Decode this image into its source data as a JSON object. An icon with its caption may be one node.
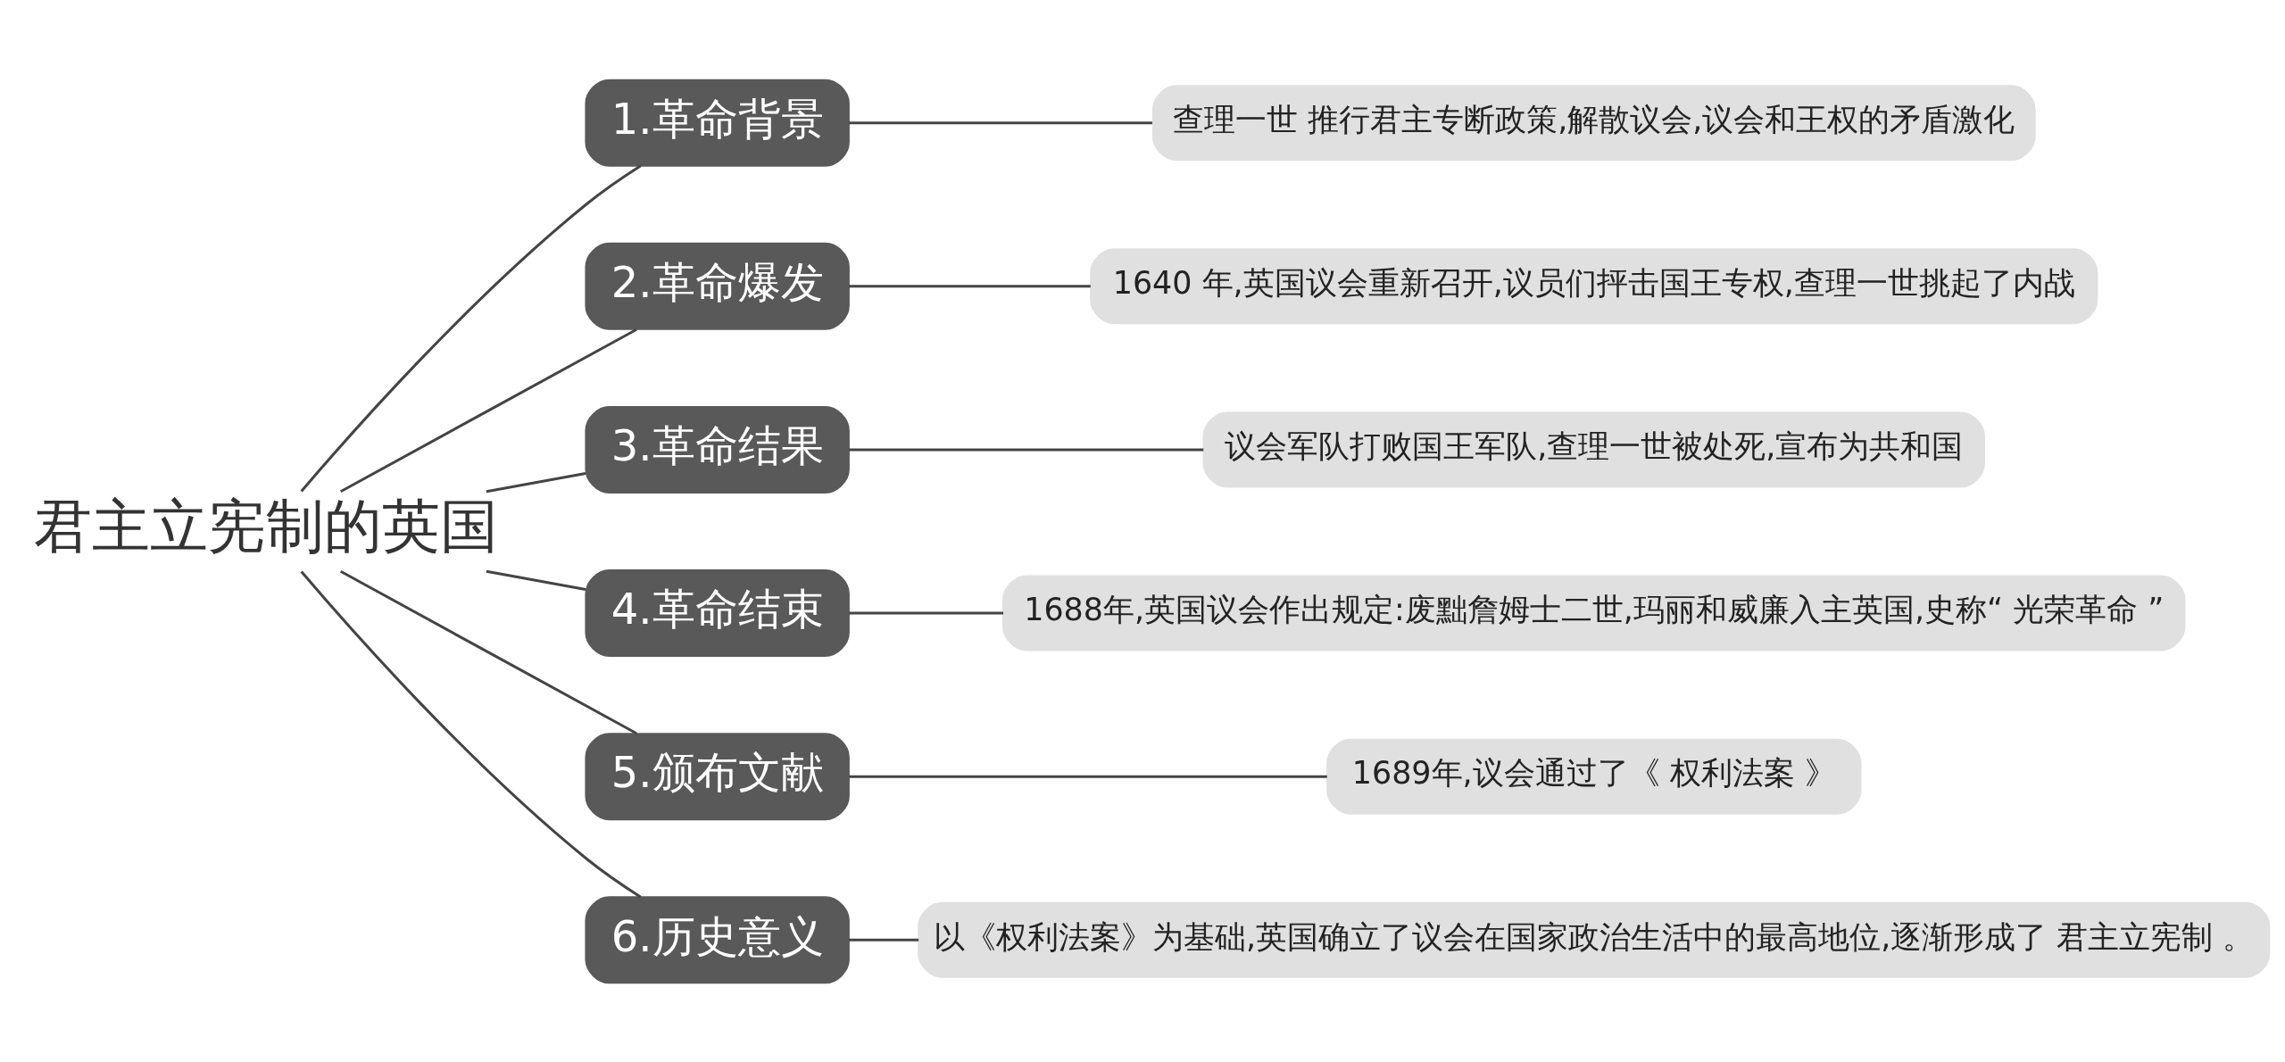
{
  "diagram": {
    "nodes": [
      {
        "text": [
          "君主立宪制的英国"
        ]
      },
      {
        "text": [
          "1.革命背景"
        ]
      },
      {
        "text": [
          "查理一世 推行君主专断政策,解散议会,议会和王权的矛盾激化"
        ]
      },
      {
        "text": [
          "2.革命爆发"
        ]
      },
      {
        "text": [
          "1640 年,英国议会重新召开,议员们抨击国王专权,查理一世挑起了内战"
        ]
      },
      {
        "text": [
          "3.革命结果"
        ]
      },
      {
        "text": [
          "议会军队打败国王军队,查理一世被处死,宣布为共和国"
        ]
      },
      {
        "text": [
          "4.革命结束"
        ]
      },
      {
        "text": [
          "1688年,英国议会作出规定:废黜詹姆士二世,玛丽和威廉入主英国,史称“ 光荣革命 ”"
        ]
      },
      {
        "text": [
          "5.颁布文献"
        ]
      },
      {
        "text": [
          "1689年,议会通过了《 权利法案 》"
        ]
      },
      {
        "text": [
          "6.历史意义"
        ]
      },
      {
        "text": [
          "以《权利法案》为基础,英国确立了议会在国家政治生活中的最高地位,逐渐形成了 君主立宪制 。"
        ]
      }
    ],
    "edges": [
      {
        "from": 0,
        "to": 1,
        "arrow": "none"
      },
      {
        "from": 1,
        "to": 2,
        "arrow": "none"
      },
      {
        "from": 0,
        "to": 3,
        "arrow": "none"
      },
      {
        "from": 3,
        "to": 4,
        "arrow": "none"
      },
      {
        "from": 0,
        "to": 5,
        "arrow": "none"
      },
      {
        "from": 5,
        "to": 6,
        "arrow": "none"
      },
      {
        "from": 0,
        "to": 7,
        "arrow": "none"
      },
      {
        "from": 7,
        "to": 8,
        "arrow": "none"
      },
      {
        "from": 0,
        "to": 9,
        "arrow": "none"
      },
      {
        "from": 9,
        "to": 10,
        "arrow": "none"
      },
      {
        "from": 0,
        "to": 11,
        "arrow": "none"
      },
      {
        "from": 11,
        "to": 12,
        "arrow": "none"
      }
    ]
  }
}
